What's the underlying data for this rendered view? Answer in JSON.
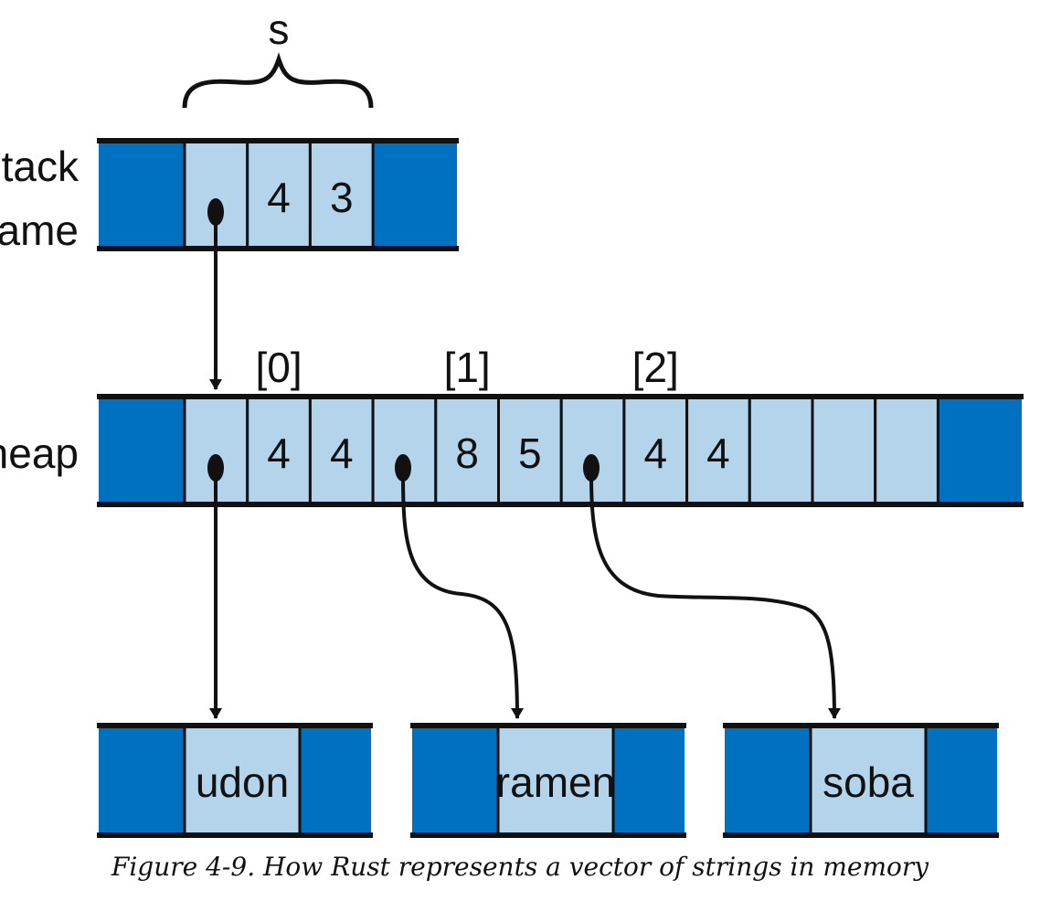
{
  "colors": {
    "dark_fill": "#0070c0",
    "light_fill": "#b3d4ea",
    "stroke": "#111111"
  },
  "labels": {
    "binding": "s",
    "stack": "stack",
    "frame": "frame",
    "heap": "heap"
  },
  "stack_cells": [
    "",
    "4",
    "3"
  ],
  "heap_indices": [
    "[0]",
    "[1]",
    "[2]"
  ],
  "heap_cells": [
    "",
    "4",
    "4",
    "",
    "8",
    "5",
    "",
    "4",
    "4",
    "",
    "",
    ""
  ],
  "strings": [
    "udon",
    "ramen",
    "soba"
  ],
  "caption": "Figure 4-9. How Rust represents a vector of strings in memory"
}
